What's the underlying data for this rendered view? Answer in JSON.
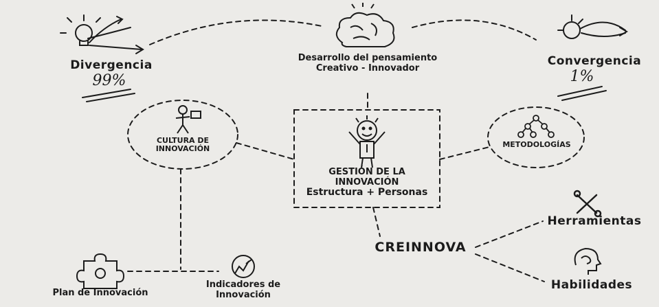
{
  "nodes": {
    "divergencia": {
      "title": "Divergencia",
      "value": "99%"
    },
    "desarrollo": {
      "line1": "Desarrollo del pensamiento",
      "line2": "Creativo - Innovador"
    },
    "convergencia": {
      "title": "Convergencia",
      "value": "1%"
    },
    "cultura": {
      "line1": "CULTURA DE",
      "line2": "INNOVACIÓN"
    },
    "gestion": {
      "line1": "GESTIÓN DE LA",
      "line2": "INNOVACIÓN",
      "line3": "Estructura + Personas"
    },
    "metodologias": {
      "title": "METODOLOGÍAS"
    },
    "herramientas": {
      "title": "Herramientas"
    },
    "creinnova": {
      "title": "CREINNOVA"
    },
    "habilidades": {
      "title": "Habilidades"
    },
    "plan": {
      "title": "Plan de Innovación"
    },
    "indicadores": {
      "line1": "Indicadores de",
      "line2": "Innovación"
    }
  },
  "icons": [
    "lightbulb-arrows-icon",
    "brain-icon",
    "lightbulb-converge-icon",
    "person-idea-icon",
    "happy-person-icon",
    "hierarchy-tree-icon",
    "tools-icon",
    "head-brain-icon",
    "puzzle-icon",
    "chart-gauge-icon"
  ],
  "colors": {
    "ink": "#1b1b1b",
    "paper": "#ecebe8"
  }
}
